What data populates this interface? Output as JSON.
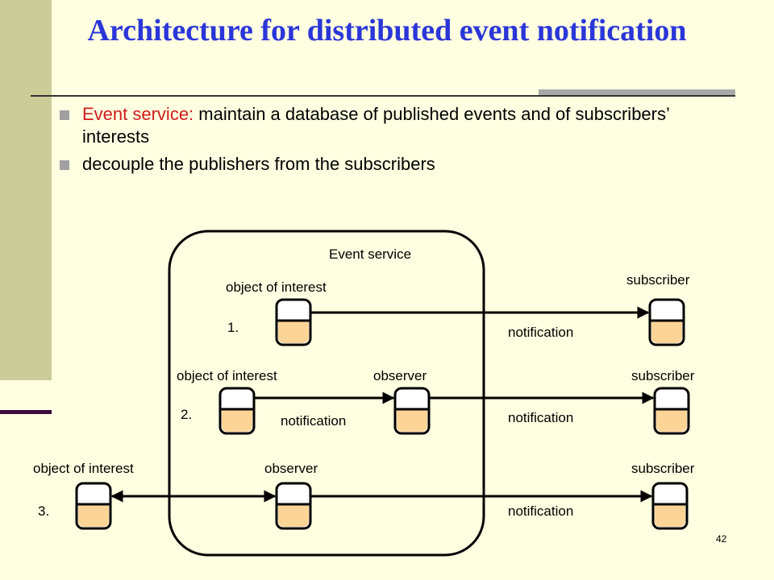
{
  "slide": {
    "title": "Architecture for distributed event notification",
    "page_number": "42"
  },
  "bullets": [
    {
      "highlight": "Event service:",
      "text": "  maintain a database of published events and of subscribers’ interests"
    },
    {
      "highlight": "",
      "text": "decouple the publishers from the subscribers"
    }
  ],
  "diagram": {
    "event_service_label": "Event service",
    "row1": {
      "number": "1.",
      "object_label": "object of interest",
      "subscriber_label": "subscriber",
      "notification_label": "notification"
    },
    "row2": {
      "number": "2.",
      "object_label": "object of interest",
      "observer_label": "observer",
      "subscriber_label": "subscriber",
      "notification_inner_label": "notification",
      "notification_outer_label": "notification"
    },
    "row3": {
      "number": "3.",
      "object_label": "object of interest",
      "observer_label": "observer",
      "subscriber_label": "subscriber",
      "notification_label": "notification"
    }
  },
  "colors": {
    "title": "#2a36d8",
    "highlight": "#d01c1c",
    "background": "#ffffe1",
    "node_fill": "#fcd596"
  }
}
